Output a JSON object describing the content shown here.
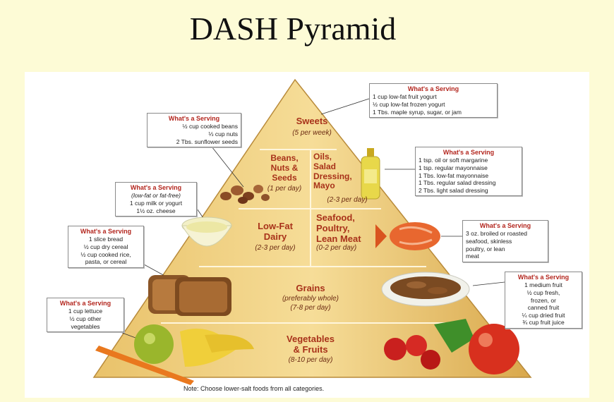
{
  "title": "DASH Pyramid",
  "tiers": {
    "sweets": {
      "label": "Sweets",
      "sub": "(5 per week)"
    },
    "beans": {
      "label": "Beans,\nNuts &\nSeeds",
      "sub": "(1 per day)"
    },
    "oils": {
      "label": "Oils,\nSalad\nDressing,\nMayo",
      "sub": "(2-3 per day)"
    },
    "dairy": {
      "label": "Low-Fat\nDairy",
      "sub": "(2-3 per day)"
    },
    "seafood": {
      "label": "Seafood,\nPoultry,\nLean Meat",
      "sub": "(0-2 per day)"
    },
    "grains": {
      "label": "Grains",
      "sub1": "(preferably whole)",
      "sub2": "(7-8 per day)"
    },
    "veg": {
      "label": "Vegetables\n& Fruits",
      "sub": "(8-10 per day)"
    }
  },
  "servings": {
    "sweets": {
      "heading": "What's a Serving",
      "lines": [
        "1 cup low-fat fruit yogurt",
        "½ cup low-fat frozen yogurt",
        "1 Tbs. maple syrup, sugar, or jam"
      ]
    },
    "beans": {
      "heading": "What's a Serving",
      "lines": [
        "½ cup cooked beans",
        "⅓ cup nuts",
        "2 Tbs. sunflower seeds"
      ]
    },
    "oils": {
      "heading": "What's a Serving",
      "lines": [
        "1 tsp. oil or soft margarine",
        "1 tsp. regular mayonnaise",
        "1 Tbs. low-fat mayonnaise",
        "1 Tbs. regular salad dressing",
        "2 Tbs. light salad dressing"
      ]
    },
    "dairy": {
      "heading": "What's a Serving",
      "lines": [
        "(low-fat or fat-free)",
        "1 cup milk or yogurt",
        "1½ oz. cheese"
      ]
    },
    "seafood": {
      "heading": "What's a Serving",
      "lines": [
        "3 oz. broiled or roasted",
        "seafood, skinless",
        "poultry, or lean",
        "meat"
      ]
    },
    "grains": {
      "heading": "What's a Serving",
      "lines": [
        "1 slice bread",
        "½ cup dry cereal",
        "½ cup cooked rice,",
        "pasta, or cereal"
      ]
    },
    "fruits": {
      "heading": "What's a Serving",
      "lines": [
        "1 medium fruit",
        "½ cup fresh,",
        "frozen, or",
        "canned fruit",
        "¼ cup dried fruit",
        "¾ cup fruit juice"
      ]
    },
    "veg": {
      "heading": "What's a Serving",
      "lines": [
        "1 cup lettuce",
        "½ cup other",
        "vegetables"
      ]
    }
  },
  "note": "Note: Choose lower-salt foods from all categories."
}
